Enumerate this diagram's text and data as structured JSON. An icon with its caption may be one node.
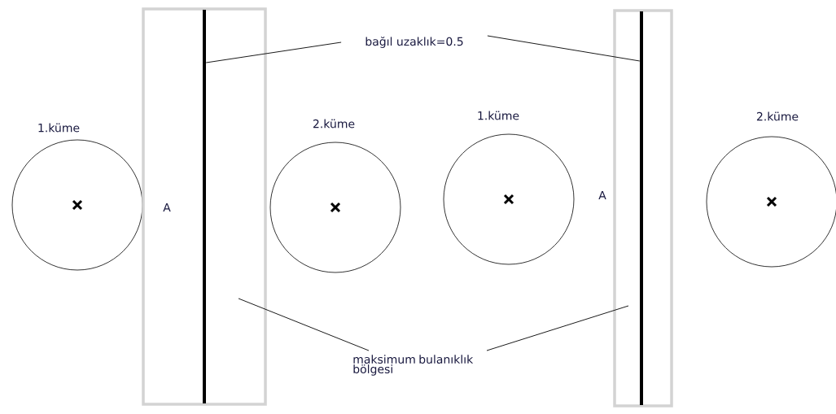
{
  "diagram": {
    "nodes": [
      {
        "text": [],
        "shape": "circle",
        "beside": [
          "1.küme"
        ]
      },
      {
        "text": [],
        "shape": "box"
      },
      {
        "text": [],
        "shape": "bar",
        "in": 1
      },
      {
        "text": [],
        "shape": "circle",
        "beside": [
          "2.küme"
        ]
      },
      {
        "text": [],
        "shape": "circle",
        "beside": [
          "1.küme"
        ]
      },
      {
        "text": [],
        "shape": "box"
      },
      {
        "text": [],
        "shape": "bar",
        "in": 5
      },
      {
        "text": [],
        "shape": "circle",
        "beside": [
          "2.küme"
        ]
      },
      {
        "text": [
          "bağıl uzaklık=0.5"
        ]
      },
      {
        "text": [
          "maksimum bulanıklık bölgesi"
        ]
      }
    ],
    "edges": [
      {
        "from": 8,
        "to": 2,
        "arrow": "none"
      },
      {
        "from": 8,
        "to": 6,
        "arrow": "none"
      },
      {
        "from": 9,
        "to": 1,
        "arrow": "none"
      },
      {
        "from": 9,
        "to": 5,
        "arrow": "none"
      }
    ],
    "labels": [
      "A",
      "A"
    ]
  }
}
